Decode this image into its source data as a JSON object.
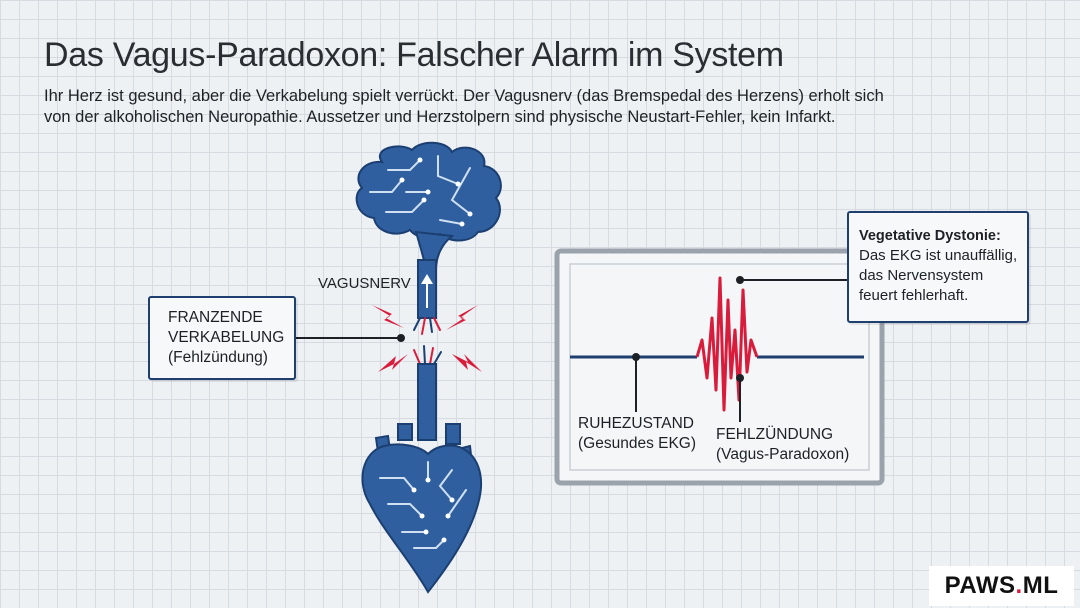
{
  "title": "Das Vagus-Paradoxon: Falscher Alarm im System",
  "intro": {
    "line1": "Ihr Herz ist gesund, aber die Verkabelung spielt verrückt. Der Vagusnerv (das Bremspedal des Herzens) erholt sich",
    "line2": "von der alkoholischen Neuropathie. Aussetzer und Herzstolpern sind physische Neustart-Fehler, kein Infarkt."
  },
  "diagram": {
    "vagus_label": "VAGUSNERV",
    "callout_left": {
      "line1": "FRANZENDE",
      "line2": "VERKABELUNG",
      "line3": "(Fehlzündung)"
    },
    "callout_right": {
      "heading": "Vegetative Dystonie:",
      "line1": "Das EKG ist unauffällig,",
      "line2": "das Nervensystem",
      "line3": "feuert fehlerhaft."
    },
    "ekg_rest": {
      "line1": "RUHEZUSTAND",
      "line2": "(Gesundes EKG)"
    },
    "ekg_fault": {
      "line1": "FEHLZÜNDUNG",
      "line2": "(Vagus-Paradoxon)"
    }
  },
  "logo": {
    "text": "PAWS",
    "dot": ".",
    "suffix": "ML"
  },
  "colors": {
    "organ_blue": "#2f5f9e",
    "circuit_dark": "#173a6b",
    "spark_red": "#d91c3c",
    "frame_gray": "#9aa2ab",
    "callout_border": "#1f3f6f"
  },
  "icons": [
    "brain-icon",
    "heart-icon",
    "up-arrow-icon",
    "spark-icon"
  ]
}
